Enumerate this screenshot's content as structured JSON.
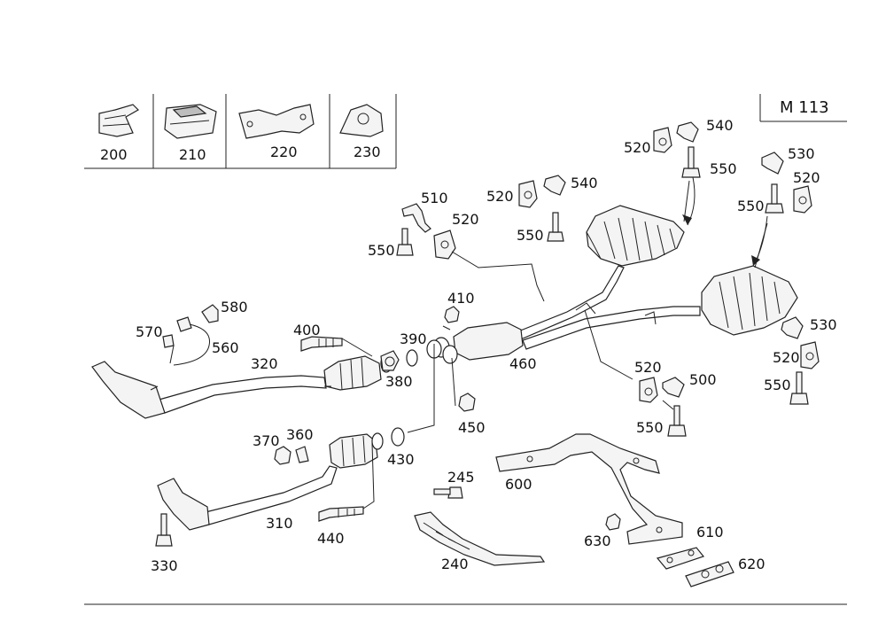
{
  "diagram_code": "M 113",
  "legend_labels": [
    "200",
    "210",
    "220",
    "230"
  ],
  "callouts": {
    "c200": "200",
    "c210": "210",
    "c220": "220",
    "c230": "230",
    "c245": "245",
    "c310": "310",
    "c320": "320",
    "c330": "330",
    "c360": "360",
    "c370": "370",
    "c380": "380",
    "c390": "390",
    "c400": "400",
    "c410": "410",
    "c430": "430",
    "c440": "440",
    "c450": "450",
    "c460": "460",
    "c500": "500",
    "c510": "510",
    "c520a": "520",
    "c520b": "520",
    "c520c": "520",
    "c520d": "520",
    "c520e": "520",
    "c520f": "520",
    "c530a": "530",
    "c530b": "530",
    "c540a": "540",
    "c540b": "540",
    "c550a": "550",
    "c550b": "550",
    "c550c": "550",
    "c550d": "550",
    "c550e": "550",
    "c550f": "550",
    "c560": "560",
    "c570": "570",
    "c580": "580",
    "c240": "240",
    "c600": "600",
    "c610": "610",
    "c620": "620",
    "c630": "630"
  }
}
